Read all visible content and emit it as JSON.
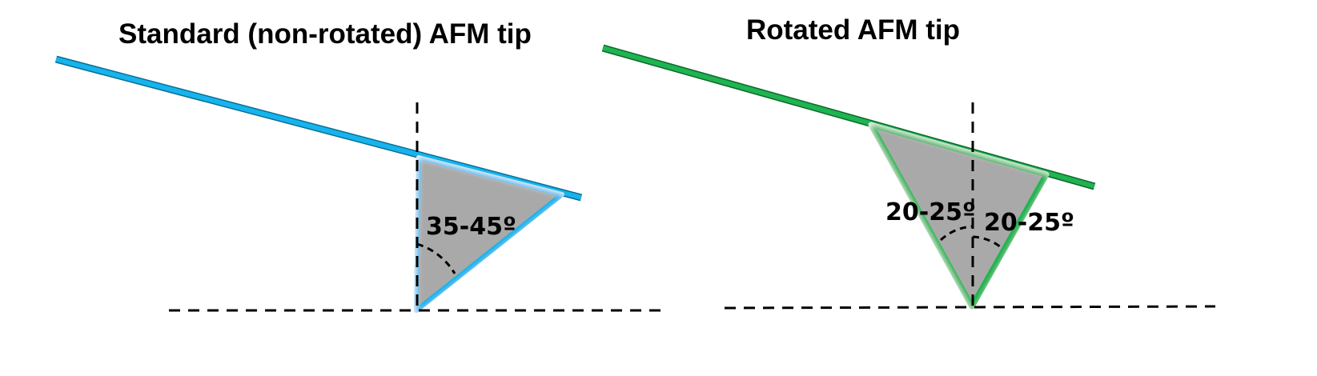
{
  "left_panel": {
    "title": "Standard (non-rotated) AFM tip",
    "angle_label": "35-45º"
  },
  "right_panel": {
    "title": "Rotated AFM tip",
    "angle_label_left": "20-25º",
    "angle_label_right": "20-25º"
  },
  "colors": {
    "standard_tip": "#16b4ec",
    "rotated_tip": "#1fb451",
    "tip_fill": "#a9a9a9",
    "tip_outline": "#0a6e94",
    "rotated_outline": "#0b6a2c"
  }
}
